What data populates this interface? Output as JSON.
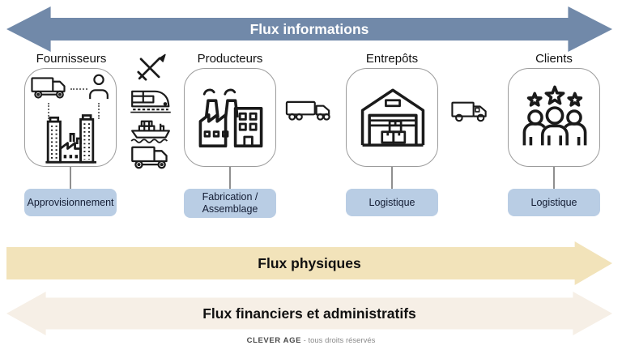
{
  "top_arrow": {
    "label": "Flux informations",
    "color": "#7189a9",
    "text_color": "#ffffff",
    "direction": "both"
  },
  "stages": [
    {
      "title": "Fournisseurs",
      "label": "Approvisionnement",
      "icons": [
        "box-truck-icon",
        "person-icon",
        "city-buildings-icon"
      ]
    },
    {
      "title": "Producteurs",
      "label": "Fabrication / Assemblage",
      "icons": [
        "factory-icon"
      ]
    },
    {
      "title": "Entrepôts",
      "label": "Logistique",
      "icons": [
        "warehouse-icon"
      ]
    },
    {
      "title": "Clients",
      "label": "Logistique",
      "icons": [
        "customers-stars-icon"
      ]
    }
  ],
  "transport_column_icons": [
    "airplane-icon",
    "train-icon",
    "cargo-ship-icon",
    "box-truck-icon"
  ],
  "between_stage_icons": [
    "semi-truck-icon",
    "delivery-van-icon"
  ],
  "label_box_color": "#b9cde4",
  "bottom_arrows": [
    {
      "label": "Flux physiques",
      "color": "#f2e3ba",
      "direction": "right"
    },
    {
      "label": "Flux financiers et administratifs",
      "color": "#f6efe6",
      "direction": "both"
    }
  ],
  "footer": {
    "brand": "CLEVER AGE",
    "text": "- tous droits réservés"
  }
}
